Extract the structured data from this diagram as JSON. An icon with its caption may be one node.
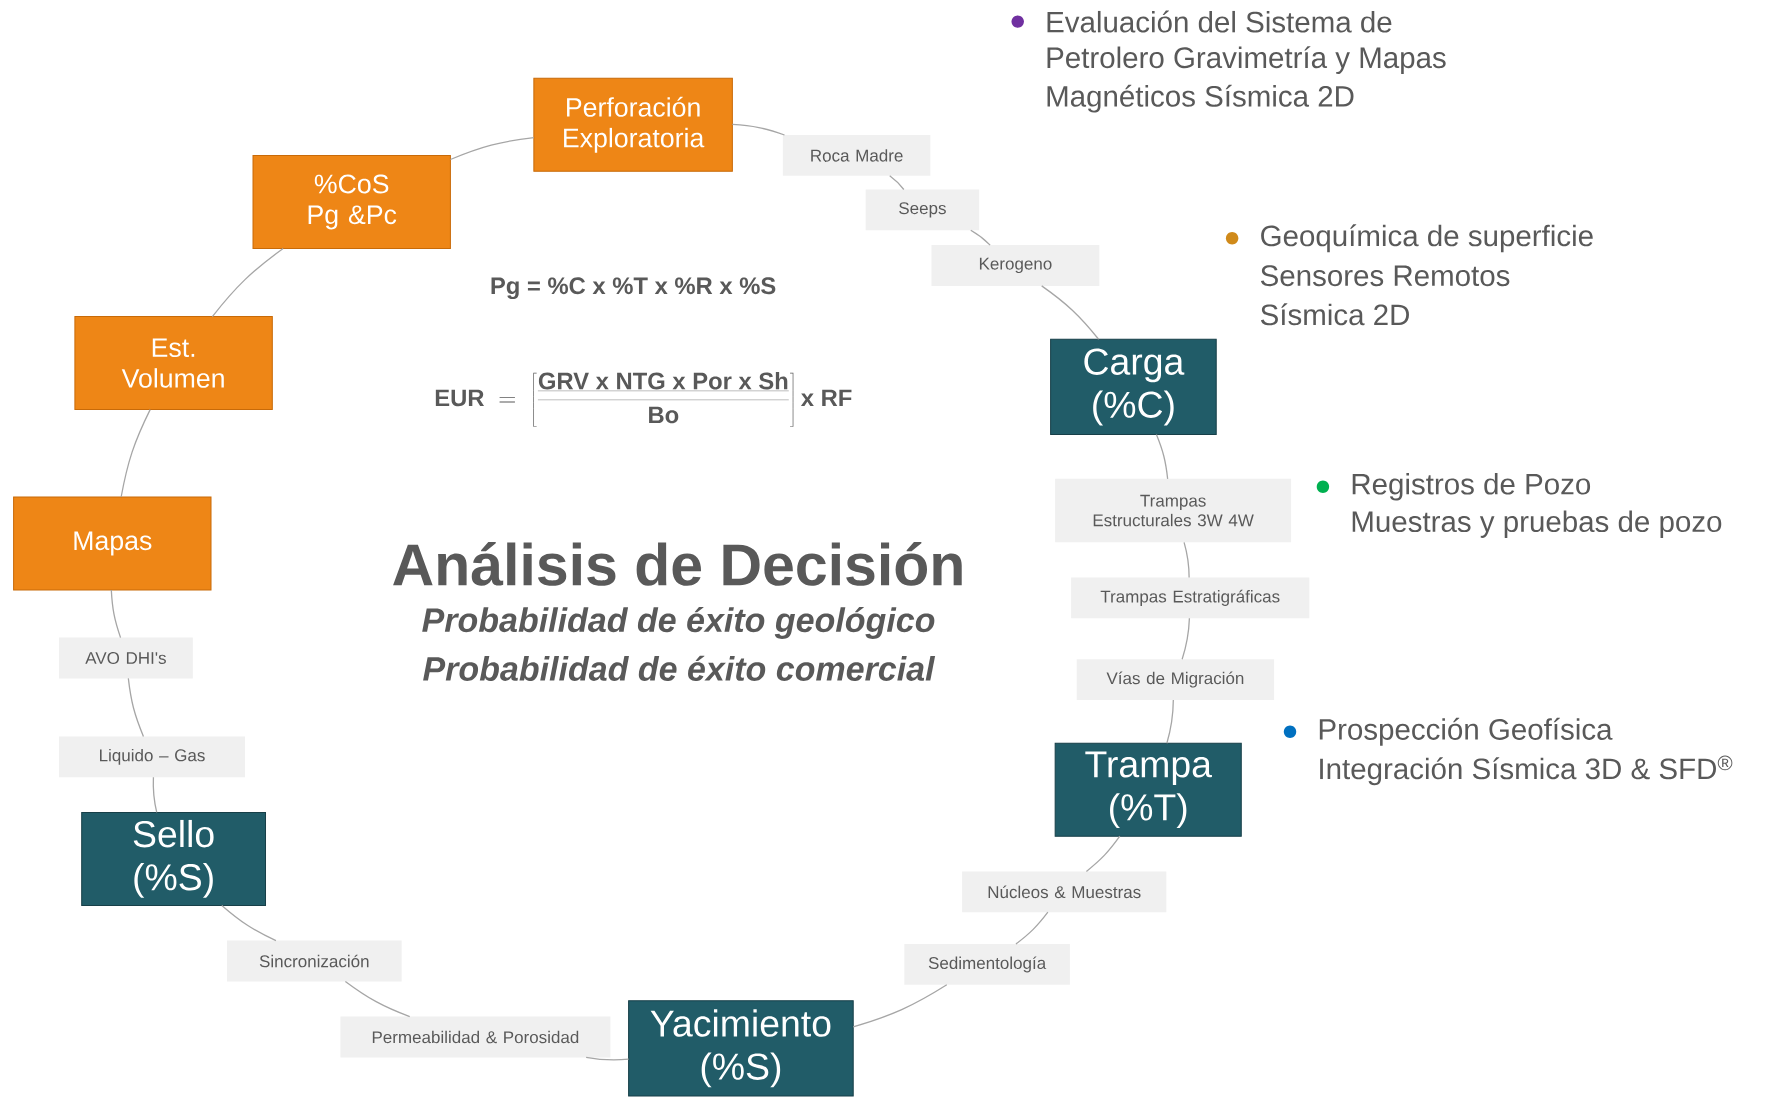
{
  "diagram": {
    "title": "Análisis de Decisión",
    "nodes": [
      {
        "text": [
          "Perforación Exploratoria"
        ]
      },
      {
        "text": [
          "Roca Madre"
        ]
      },
      {
        "text": [
          "Seeps"
        ]
      },
      {
        "text": [
          "Kerogeno"
        ]
      },
      {
        "text": [
          "Carga (%C)"
        ]
      },
      {
        "text": [
          "Trampas Estructurales 3W 4W"
        ]
      },
      {
        "text": [
          "Trampas Estratigráficas"
        ]
      },
      {
        "text": [
          "Vías de Migración"
        ]
      },
      {
        "text": [
          "Trampa (%T)"
        ]
      },
      {
        "text": [
          "Núcleos & Muestras"
        ]
      },
      {
        "text": [
          "Sedimentología"
        ]
      },
      {
        "text": [
          "Yacimiento (%S)"
        ]
      },
      {
        "text": [
          "Permeabilidad & Porosidad"
        ]
      },
      {
        "text": [
          "Sincronización"
        ]
      },
      {
        "text": [
          "Sello (%S)"
        ]
      },
      {
        "text": [
          "Liquido – Gas"
        ]
      },
      {
        "text": [
          "AVO DHI's"
        ]
      },
      {
        "text": [
          "Mapas"
        ]
      },
      {
        "text": [
          "Est. Volumen"
        ]
      },
      {
        "text": [
          "%CoS Pg &Pc"
        ]
      }
    ],
    "edges": [
      {
        "from": 0,
        "to": 1,
        "arrow": "none"
      },
      {
        "from": 1,
        "to": 2,
        "arrow": "none"
      },
      {
        "from": 2,
        "to": 3,
        "arrow": "none"
      },
      {
        "from": 3,
        "to": 4,
        "arrow": "none"
      },
      {
        "from": 4,
        "to": 5,
        "arrow": "none"
      },
      {
        "from": 5,
        "to": 6,
        "arrow": "none"
      },
      {
        "from": 6,
        "to": 7,
        "arrow": "none"
      },
      {
        "from": 7,
        "to": 8,
        "arrow": "none"
      },
      {
        "from": 8,
        "to": 9,
        "arrow": "none"
      },
      {
        "from": 9,
        "to": 10,
        "arrow": "none"
      },
      {
        "from": 10,
        "to": 11,
        "arrow": "none"
      },
      {
        "from": 11,
        "to": 12,
        "arrow": "none"
      },
      {
        "from": 12,
        "to": 13,
        "arrow": "none"
      },
      {
        "from": 13,
        "to": 14,
        "arrow": "none"
      },
      {
        "from": 14,
        "to": 15,
        "arrow": "none"
      },
      {
        "from": 15,
        "to": 16,
        "arrow": "none"
      },
      {
        "from": 16,
        "to": 17,
        "arrow": "none"
      },
      {
        "from": 17,
        "to": 18,
        "arrow": "none"
      },
      {
        "from": 18,
        "to": 19,
        "arrow": "none"
      },
      {
        "from": 19,
        "to": 0,
        "arrow": "none"
      }
    ],
    "labels": [
      "Pg  =  %C x %T x %R x %S",
      "\\mbox{EUR} \\;=\\; \\left[\\frac{\\underline{\\mbox{GRV x NTG x Por x Sh}}}{\\mbox{Bo}}\\right] \\mbox{x RF}",
      "Probabilidad de éxito geológico",
      "Probabilidad de éxito comercial",
      "Evaluación del Sistema de",
      "Petrolero Gravimetría y Mapas",
      "Magnéticos Sísmica 2D",
      "Geoquímica de superficie",
      "Sensores Remotos",
      "Sísmica 2D",
      "Registros de Pozo",
      "Muestras y pruebas de pozo",
      "Prospección Geofísica",
      "Integración Sísmica 3D & SFD$^{®}$"
    ]
  }
}
